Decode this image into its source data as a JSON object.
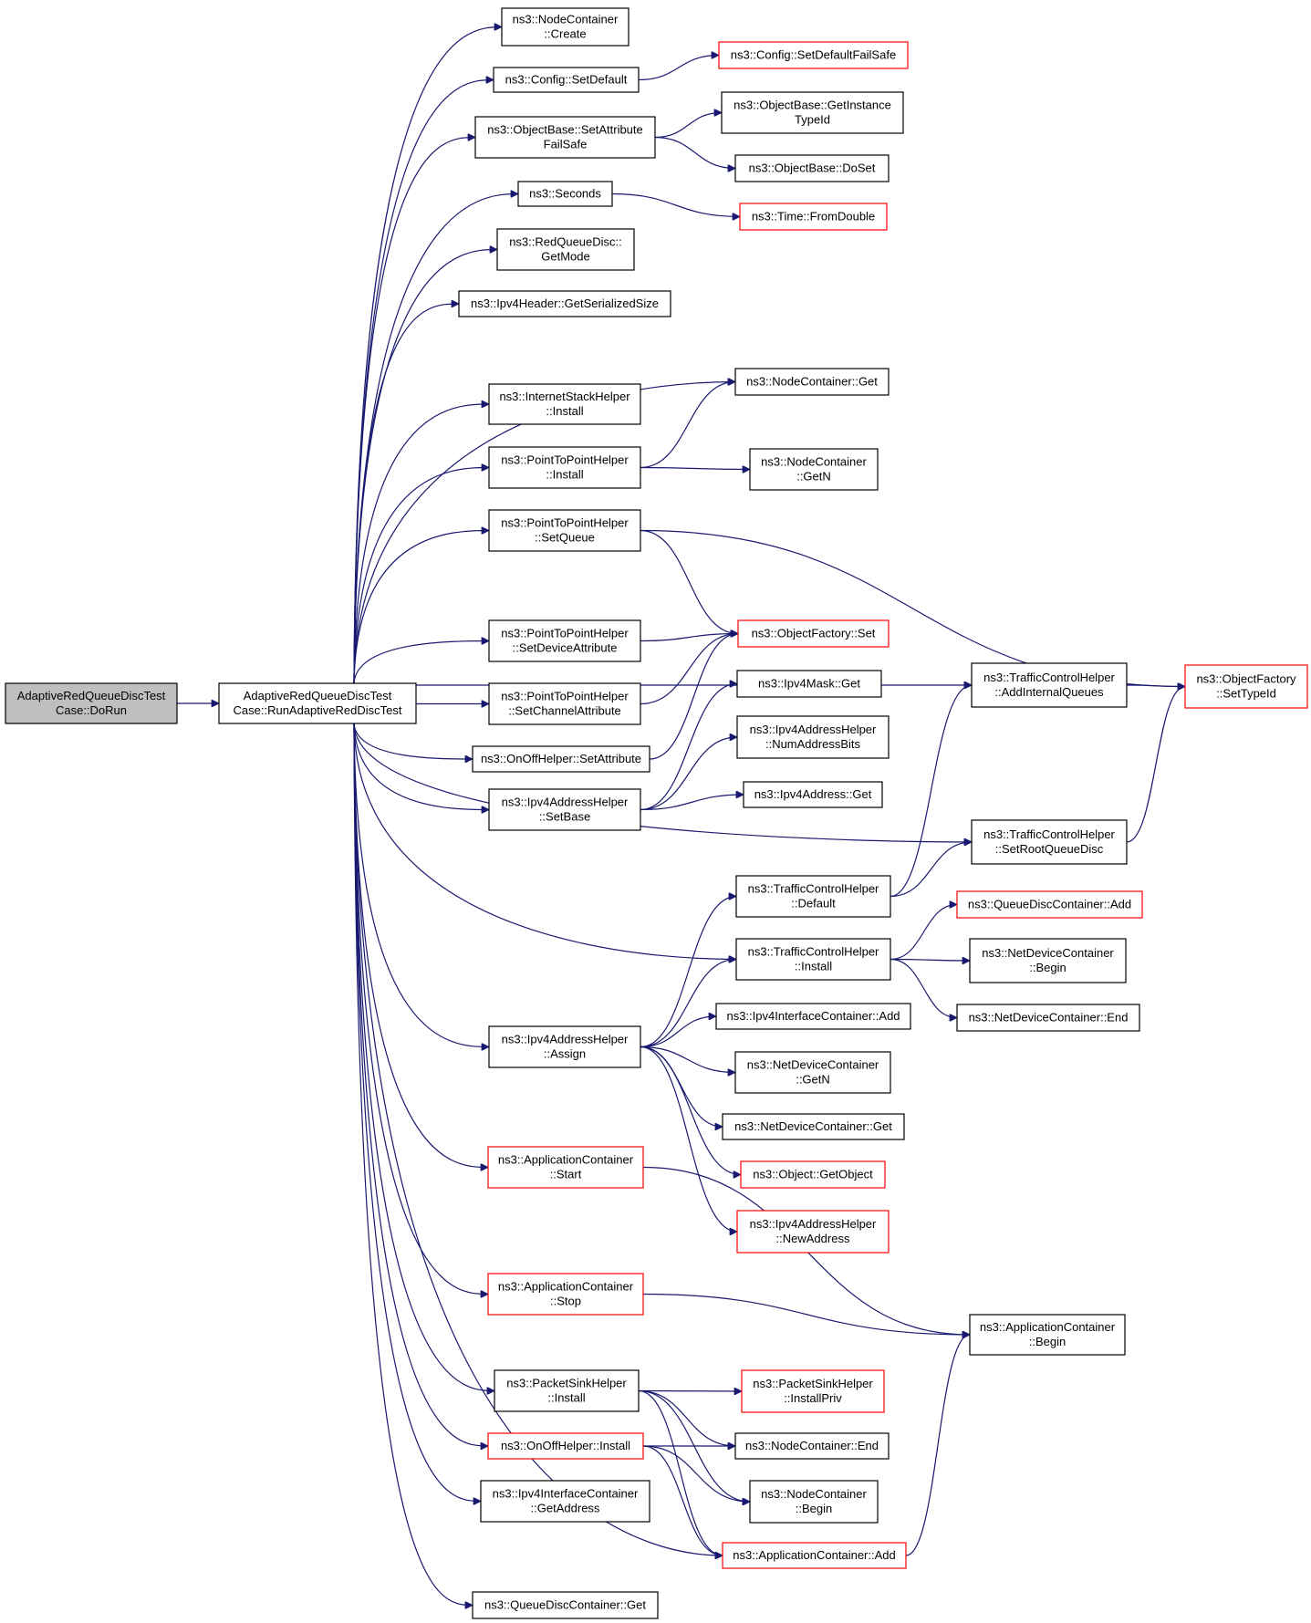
{
  "graph": {
    "edge_color": "#191970",
    "red_border_color": "#ff0000",
    "root_fill_color": "#bfbfbf",
    "nodes": [
      {
        "id": "dorun",
        "lines": [
          "AdaptiveRedQueueDiscTest",
          "Case::DoRun"
        ],
        "root": true
      },
      {
        "id": "runtest",
        "lines": [
          "AdaptiveRedQueueDiscTest",
          "Case::RunAdaptiveRedDiscTest"
        ]
      },
      {
        "id": "nc_create",
        "lines": [
          "ns3::NodeContainer",
          "::Create"
        ]
      },
      {
        "id": "cfg_setdefault",
        "lines": [
          "ns3::Config::SetDefault"
        ]
      },
      {
        "id": "cfg_setdefaultfs",
        "lines": [
          "ns3::Config::SetDefaultFailSafe"
        ],
        "red": true
      },
      {
        "id": "ob_setattrfs",
        "lines": [
          "ns3::ObjectBase::SetAttribute",
          "FailSafe"
        ]
      },
      {
        "id": "ob_getinst",
        "lines": [
          "ns3::ObjectBase::GetInstance",
          "TypeId"
        ]
      },
      {
        "id": "ob_doset",
        "lines": [
          "ns3::ObjectBase::DoSet"
        ]
      },
      {
        "id": "seconds",
        "lines": [
          "ns3::Seconds"
        ]
      },
      {
        "id": "time_fromdouble",
        "lines": [
          "ns3::Time::FromDouble"
        ],
        "red": true
      },
      {
        "id": "red_getmode",
        "lines": [
          "ns3::RedQueueDisc::",
          "GetMode"
        ]
      },
      {
        "id": "ipv4h_size",
        "lines": [
          "ns3::Ipv4Header::GetSerializedSize"
        ]
      },
      {
        "id": "nc_get",
        "lines": [
          "ns3::NodeContainer::Get"
        ]
      },
      {
        "id": "ish_install",
        "lines": [
          "ns3::InternetStackHelper",
          "::Install"
        ]
      },
      {
        "id": "p2p_install",
        "lines": [
          "ns3::PointToPointHelper",
          "::Install"
        ]
      },
      {
        "id": "nc_getn",
        "lines": [
          "ns3::NodeContainer",
          "::GetN"
        ]
      },
      {
        "id": "p2p_setqueue",
        "lines": [
          "ns3::PointToPointHelper",
          "::SetQueue"
        ]
      },
      {
        "id": "p2p_setdevattr",
        "lines": [
          "ns3::PointToPointHelper",
          "::SetDeviceAttribute"
        ]
      },
      {
        "id": "of_set",
        "lines": [
          "ns3::ObjectFactory::Set"
        ],
        "red": true
      },
      {
        "id": "p2p_setchanattr",
        "lines": [
          "ns3::PointToPointHelper",
          "::SetChannelAttribute"
        ]
      },
      {
        "id": "ipv4mask_get",
        "lines": [
          "ns3::Ipv4Mask::Get"
        ]
      },
      {
        "id": "tch_addinternal",
        "lines": [
          "ns3::TrafficControlHelper",
          "::AddInternalQueues"
        ]
      },
      {
        "id": "of_settypeid",
        "lines": [
          "ns3::ObjectFactory",
          "::SetTypeId"
        ],
        "red": true
      },
      {
        "id": "onoff_setattr",
        "lines": [
          "ns3::OnOffHelper::SetAttribute"
        ]
      },
      {
        "id": "ipv4ah_numbits",
        "lines": [
          "ns3::Ipv4AddressHelper",
          "::NumAddressBits"
        ]
      },
      {
        "id": "ipv4ah_setbase",
        "lines": [
          "ns3::Ipv4AddressHelper",
          "::SetBase"
        ]
      },
      {
        "id": "ipv4addr_get",
        "lines": [
          "ns3::Ipv4Address::Get"
        ]
      },
      {
        "id": "tch_setroot",
        "lines": [
          "ns3::TrafficControlHelper",
          "::SetRootQueueDisc"
        ]
      },
      {
        "id": "tch_default",
        "lines": [
          "ns3::TrafficControlHelper",
          "::Default"
        ]
      },
      {
        "id": "qdc_add",
        "lines": [
          "ns3::QueueDiscContainer::Add"
        ],
        "red": true
      },
      {
        "id": "tch_install",
        "lines": [
          "ns3::TrafficControlHelper",
          "::Install"
        ]
      },
      {
        "id": "ndc_begin",
        "lines": [
          "ns3::NetDeviceContainer",
          "::Begin"
        ]
      },
      {
        "id": "ndc_end",
        "lines": [
          "ns3::NetDeviceContainer::End"
        ]
      },
      {
        "id": "ipv4ic_add",
        "lines": [
          "ns3::Ipv4InterfaceContainer::Add"
        ]
      },
      {
        "id": "ipv4ah_assign",
        "lines": [
          "ns3::Ipv4AddressHelper",
          "::Assign"
        ]
      },
      {
        "id": "ndc_getn",
        "lines": [
          "ns3::NetDeviceContainer",
          "::GetN"
        ]
      },
      {
        "id": "ndc_get",
        "lines": [
          "ns3::NetDeviceContainer::Get"
        ]
      },
      {
        "id": "ac_start",
        "lines": [
          "ns3::ApplicationContainer",
          "::Start"
        ],
        "red": true
      },
      {
        "id": "obj_getobject",
        "lines": [
          "ns3::Object::GetObject"
        ],
        "red": true
      },
      {
        "id": "ipv4ah_newaddr",
        "lines": [
          "ns3::Ipv4AddressHelper",
          "::NewAddress"
        ],
        "red": true
      },
      {
        "id": "ac_stop",
        "lines": [
          "ns3::ApplicationContainer",
          "::Stop"
        ],
        "red": true
      },
      {
        "id": "ac_begin",
        "lines": [
          "ns3::ApplicationContainer",
          "::Begin"
        ]
      },
      {
        "id": "psh_install",
        "lines": [
          "ns3::PacketSinkHelper",
          "::Install"
        ]
      },
      {
        "id": "psh_installpriv",
        "lines": [
          "ns3::PacketSinkHelper",
          "::InstallPriv"
        ],
        "red": true
      },
      {
        "id": "onoff_install",
        "lines": [
          "ns3::OnOffHelper::Install"
        ],
        "red": true
      },
      {
        "id": "nc_end",
        "lines": [
          "ns3::NodeContainer::End"
        ]
      },
      {
        "id": "ipv4ic_getaddr",
        "lines": [
          "ns3::Ipv4InterfaceContainer",
          "::GetAddress"
        ]
      },
      {
        "id": "nc_begin",
        "lines": [
          "ns3::NodeContainer",
          "::Begin"
        ]
      },
      {
        "id": "ac_add",
        "lines": [
          "ns3::ApplicationContainer::Add"
        ],
        "red": true
      },
      {
        "id": "qdc_get",
        "lines": [
          "ns3::QueueDiscContainer::Get"
        ]
      }
    ],
    "edges": [
      [
        "dorun",
        "runtest"
      ],
      [
        "runtest",
        "nc_create"
      ],
      [
        "runtest",
        "cfg_setdefault"
      ],
      [
        "runtest",
        "ob_setattrfs"
      ],
      [
        "runtest",
        "seconds"
      ],
      [
        "runtest",
        "red_getmode"
      ],
      [
        "runtest",
        "ipv4h_size"
      ],
      [
        "runtest",
        "nc_get"
      ],
      [
        "runtest",
        "ish_install"
      ],
      [
        "runtest",
        "p2p_install"
      ],
      [
        "runtest",
        "p2p_setqueue"
      ],
      [
        "runtest",
        "tch_addinternal"
      ],
      [
        "runtest",
        "p2p_setdevattr"
      ],
      [
        "runtest",
        "p2p_setchanattr"
      ],
      [
        "runtest",
        "onoff_setattr"
      ],
      [
        "runtest",
        "ipv4ah_setbase"
      ],
      [
        "runtest",
        "tch_setroot"
      ],
      [
        "runtest",
        "tch_install"
      ],
      [
        "runtest",
        "ipv4ah_assign"
      ],
      [
        "runtest",
        "ac_start"
      ],
      [
        "runtest",
        "ac_stop"
      ],
      [
        "runtest",
        "psh_install"
      ],
      [
        "runtest",
        "onoff_install"
      ],
      [
        "runtest",
        "ipv4ic_getaddr"
      ],
      [
        "runtest",
        "ac_add"
      ],
      [
        "runtest",
        "qdc_get"
      ],
      [
        "cfg_setdefault",
        "cfg_setdefaultfs"
      ],
      [
        "ob_setattrfs",
        "ob_getinst"
      ],
      [
        "ob_setattrfs",
        "ob_doset"
      ],
      [
        "seconds",
        "time_fromdouble"
      ],
      [
        "p2p_install",
        "nc_get"
      ],
      [
        "p2p_install",
        "nc_getn"
      ],
      [
        "p2p_setqueue",
        "of_set"
      ],
      [
        "p2p_setqueue",
        "of_settypeid"
      ],
      [
        "p2p_setdevattr",
        "of_set"
      ],
      [
        "p2p_setchanattr",
        "of_set"
      ],
      [
        "onoff_setattr",
        "of_set"
      ],
      [
        "ipv4ah_setbase",
        "ipv4mask_get"
      ],
      [
        "ipv4ah_setbase",
        "ipv4ah_numbits"
      ],
      [
        "ipv4ah_setbase",
        "ipv4addr_get"
      ],
      [
        "tch_addinternal",
        "of_settypeid"
      ],
      [
        "tch_setroot",
        "of_settypeid"
      ],
      [
        "tch_default",
        "tch_addinternal"
      ],
      [
        "tch_default",
        "tch_setroot"
      ],
      [
        "tch_install",
        "qdc_add"
      ],
      [
        "tch_install",
        "ndc_begin"
      ],
      [
        "tch_install",
        "ndc_end"
      ],
      [
        "ipv4ah_assign",
        "tch_default"
      ],
      [
        "ipv4ah_assign",
        "tch_install"
      ],
      [
        "ipv4ah_assign",
        "ipv4ic_add"
      ],
      [
        "ipv4ah_assign",
        "ndc_getn"
      ],
      [
        "ipv4ah_assign",
        "ndc_get"
      ],
      [
        "ipv4ah_assign",
        "obj_getobject"
      ],
      [
        "ipv4ah_assign",
        "ipv4ah_newaddr"
      ],
      [
        "ac_start",
        "ac_begin"
      ],
      [
        "ac_stop",
        "ac_begin"
      ],
      [
        "psh_install",
        "psh_installpriv"
      ],
      [
        "psh_install",
        "nc_end"
      ],
      [
        "psh_install",
        "nc_begin"
      ],
      [
        "psh_install",
        "ac_add"
      ],
      [
        "onoff_install",
        "nc_end"
      ],
      [
        "onoff_install",
        "nc_begin"
      ],
      [
        "onoff_install",
        "ac_add"
      ],
      [
        "ac_add",
        "ac_begin"
      ]
    ]
  }
}
